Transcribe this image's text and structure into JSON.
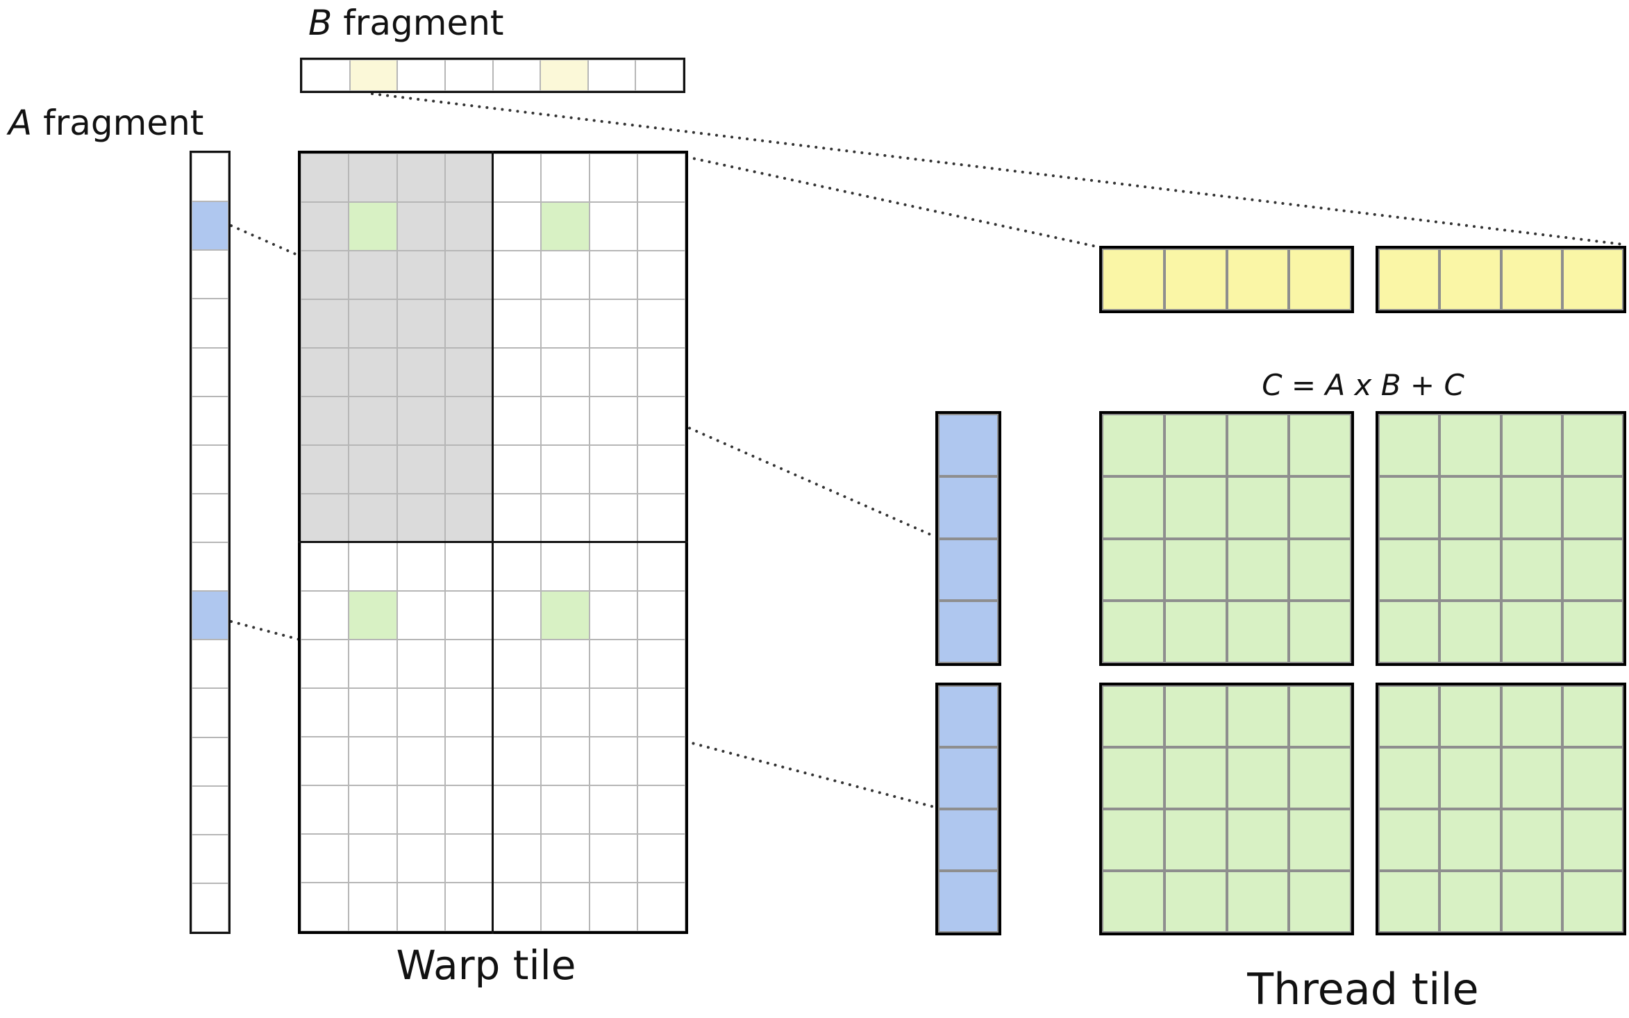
{
  "colors": {
    "white": "#FFFFFF",
    "pale_yellow": "#FBF8D8",
    "yellow": "#FAF6A6",
    "blue": "#AFC7EF",
    "green": "#D8F1C4",
    "gray": "#DBDBDB"
  },
  "labels": {
    "a_fragment_var": "A",
    "a_fragment_rest": " fragment",
    "b_fragment_var": "B",
    "b_fragment_rest": " fragment",
    "warp_tile": "Warp tile",
    "thread_tile": "Thread tile",
    "equation": "C = A x B + C"
  },
  "b_fragment_strip": {
    "rows": 1,
    "cols": 8,
    "fill": "white",
    "highlight_cells": [
      [
        0,
        1
      ],
      [
        0,
        5
      ]
    ],
    "highlight_color": "pale_yellow"
  },
  "a_fragment_strip": {
    "rows": 16,
    "cols": 1,
    "fill": "white",
    "highlight_cells": [
      [
        1,
        0
      ],
      [
        9,
        0
      ]
    ],
    "highlight_color": "blue"
  },
  "warp_tile_grid": {
    "rows": 16,
    "cols": 8,
    "fill": "white",
    "gray_region": {
      "row_start": 0,
      "row_end": 7,
      "col_start": 0,
      "col_end": 3
    },
    "highlight_cells": [
      [
        1,
        1
      ],
      [
        1,
        5
      ],
      [
        9,
        1
      ],
      [
        9,
        5
      ]
    ],
    "highlight_color": "green"
  },
  "thread_tile": {
    "b_fragment_left": {
      "rows": 1,
      "cols": 4,
      "fill": "yellow"
    },
    "b_fragment_right": {
      "rows": 1,
      "cols": 4,
      "fill": "yellow"
    },
    "a_fragment_top": {
      "rows": 4,
      "cols": 1,
      "fill": "blue"
    },
    "a_fragment_bottom": {
      "rows": 4,
      "cols": 1,
      "fill": "blue"
    },
    "c_tile_top_left": {
      "rows": 4,
      "cols": 4,
      "fill": "green"
    },
    "c_tile_top_right": {
      "rows": 4,
      "cols": 4,
      "fill": "green"
    },
    "c_tile_bottom_left": {
      "rows": 4,
      "cols": 4,
      "fill": "green"
    },
    "c_tile_bottom_right": {
      "rows": 4,
      "cols": 4,
      "fill": "green"
    }
  }
}
